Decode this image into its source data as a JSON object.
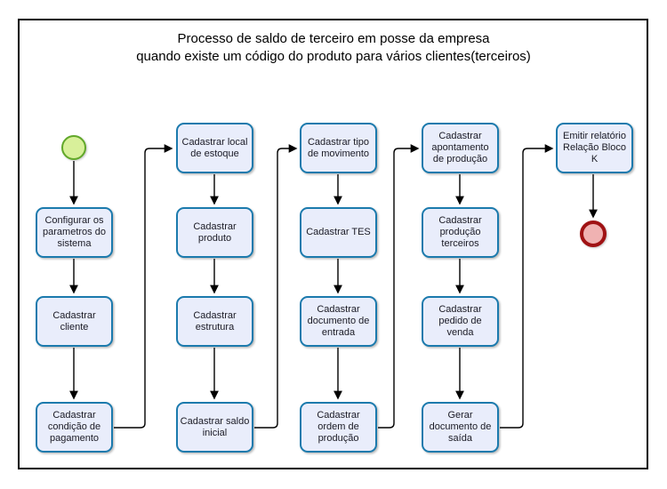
{
  "title": {
    "line1": "Processo de saldo de terceiro em posse da empresa",
    "line2": "quando existe um código do produto para vários clientes(terceiros)"
  },
  "diagram": {
    "type": "flowchart",
    "start_event": "start",
    "end_event": "end"
  },
  "nodes": [
    {
      "id": "configurar-parametros-sistema",
      "label": "Configurar os parametros do sistema"
    },
    {
      "id": "cadastrar-cliente",
      "label": "Cadastrar cliente"
    },
    {
      "id": "cadastrar-condicao-pagamento",
      "label": "Cadastrar condição de pagamento"
    },
    {
      "id": "cadastrar-local-estoque",
      "label": "Cadastrar local de estoque"
    },
    {
      "id": "cadastrar-produto",
      "label": "Cadastrar produto"
    },
    {
      "id": "cadastrar-estrutura",
      "label": "Cadastrar estrutura"
    },
    {
      "id": "cadastrar-saldo-inicial",
      "label": "Cadastrar saldo inicial"
    },
    {
      "id": "cadastrar-tipo-movimento",
      "label": "Cadastrar tipo de movimento"
    },
    {
      "id": "cadastrar-tes",
      "label": "Cadastrar TES"
    },
    {
      "id": "cadastrar-documento-entrada",
      "label": "Cadastrar documento de entrada"
    },
    {
      "id": "cadastrar-ordem-producao",
      "label": "Cadastrar ordem de produção"
    },
    {
      "id": "cadastrar-apontamento-producao",
      "label": "Cadastrar apontamento de produção"
    },
    {
      "id": "cadastrar-producao-terceiros",
      "label": "Cadastrar produção terceiros"
    },
    {
      "id": "cadastrar-pedido-venda",
      "label": "Cadastrar pedido de venda"
    },
    {
      "id": "gerar-documento-saida",
      "label": "Gerar documento de saída"
    },
    {
      "id": "emitir-relatorio-relacao-bloco-k",
      "label": "Emitir relatório Relação Bloco K"
    }
  ],
  "colors": {
    "box_fill": "#E9EDFB",
    "box_border": "#1B7AAD",
    "box_text": "#1A1A24",
    "start_fill": "#D8F09A",
    "start_border": "#61A829",
    "end_fill": "#F0B2B2",
    "end_border": "#A01214",
    "connector": "#000000",
    "frame_border": "#000000"
  }
}
